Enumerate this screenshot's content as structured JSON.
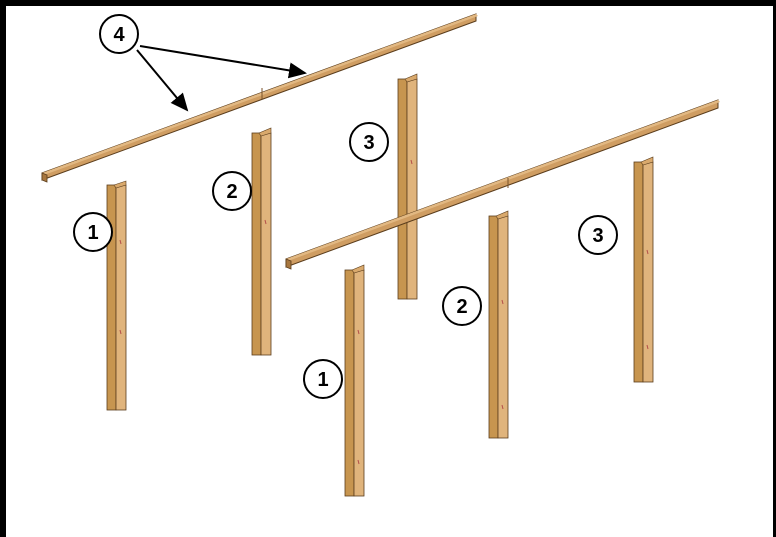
{
  "diagram": {
    "colors": {
      "frame": "#000000",
      "wood_light": "#e2b882",
      "wood_mid": "#cf9d62",
      "wood_dark": "#a8773f",
      "wood_edge": "#5b3d1c",
      "callout_fill": "#ffffff",
      "callout_stroke": "#000000",
      "arrow": "#000000"
    },
    "callouts": {
      "front_1": "1",
      "front_2": "2",
      "front_3": "3",
      "back_1": "1",
      "back_2": "2",
      "back_3": "3",
      "beams_4": "4"
    },
    "parts": {
      "posts": [
        "post-1",
        "post-2",
        "post-3"
      ],
      "beam": "beam-4"
    }
  }
}
